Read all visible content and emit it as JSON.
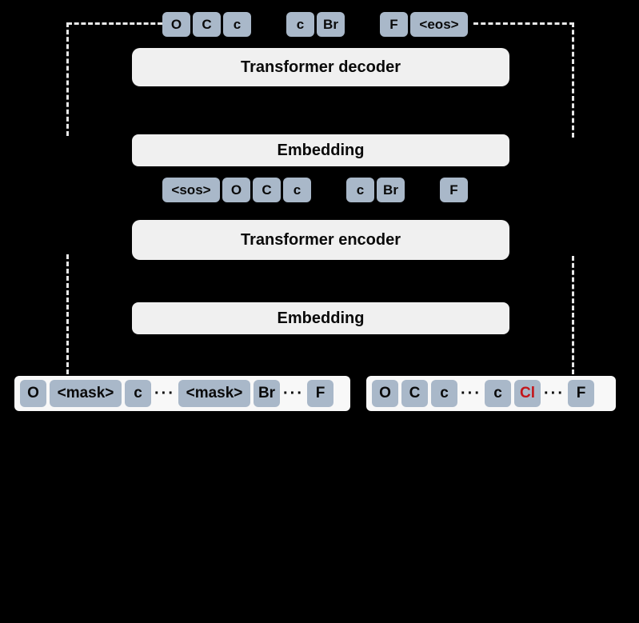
{
  "colors": {
    "background": "#000000",
    "token_fill": "#a9b8c9",
    "panel_fill": "#f0f0f0",
    "container_fill": "#f8f8f8",
    "text": "#0a0a0a",
    "highlight": "#c3161b",
    "dash": "#e8e8e8"
  },
  "panels": {
    "decoder": "Transformer decoder",
    "embedding_top": "Embedding",
    "encoder": "Transformer encoder",
    "embedding_bottom": "Embedding"
  },
  "tokens": {
    "decoder_output": [
      {
        "type": "token",
        "text": "O"
      },
      {
        "type": "token",
        "text": "C"
      },
      {
        "type": "token",
        "text": "c"
      },
      {
        "type": "gap"
      },
      {
        "type": "token",
        "text": "c"
      },
      {
        "type": "token",
        "text": "Br"
      },
      {
        "type": "gap"
      },
      {
        "type": "token",
        "text": "F"
      },
      {
        "type": "token",
        "text": "<eos>",
        "wide": true
      }
    ],
    "decoder_input": [
      {
        "type": "token",
        "text": "<sos>",
        "wide": true
      },
      {
        "type": "token",
        "text": "O"
      },
      {
        "type": "token",
        "text": "C"
      },
      {
        "type": "token",
        "text": "c"
      },
      {
        "type": "gap"
      },
      {
        "type": "token",
        "text": "c"
      },
      {
        "type": "token",
        "text": "Br"
      },
      {
        "type": "gap"
      },
      {
        "type": "token",
        "text": "F"
      }
    ],
    "masked_input": [
      {
        "type": "token",
        "text": "O"
      },
      {
        "type": "token",
        "text": "<mask>",
        "wide": true
      },
      {
        "type": "token",
        "text": "c"
      },
      {
        "type": "ellipsis",
        "text": "···"
      },
      {
        "type": "token",
        "text": "<mask>",
        "wide": true
      },
      {
        "type": "token",
        "text": "Br"
      },
      {
        "type": "ellipsis",
        "text": "···"
      },
      {
        "type": "token",
        "text": "F"
      }
    ],
    "original_input": [
      {
        "type": "token",
        "text": "O"
      },
      {
        "type": "token",
        "text": "C"
      },
      {
        "type": "token",
        "text": "c"
      },
      {
        "type": "ellipsis",
        "text": "···"
      },
      {
        "type": "token",
        "text": "c"
      },
      {
        "type": "token",
        "text": "Cl",
        "highlight": true
      },
      {
        "type": "ellipsis",
        "text": "···"
      },
      {
        "type": "token",
        "text": "F"
      }
    ]
  }
}
